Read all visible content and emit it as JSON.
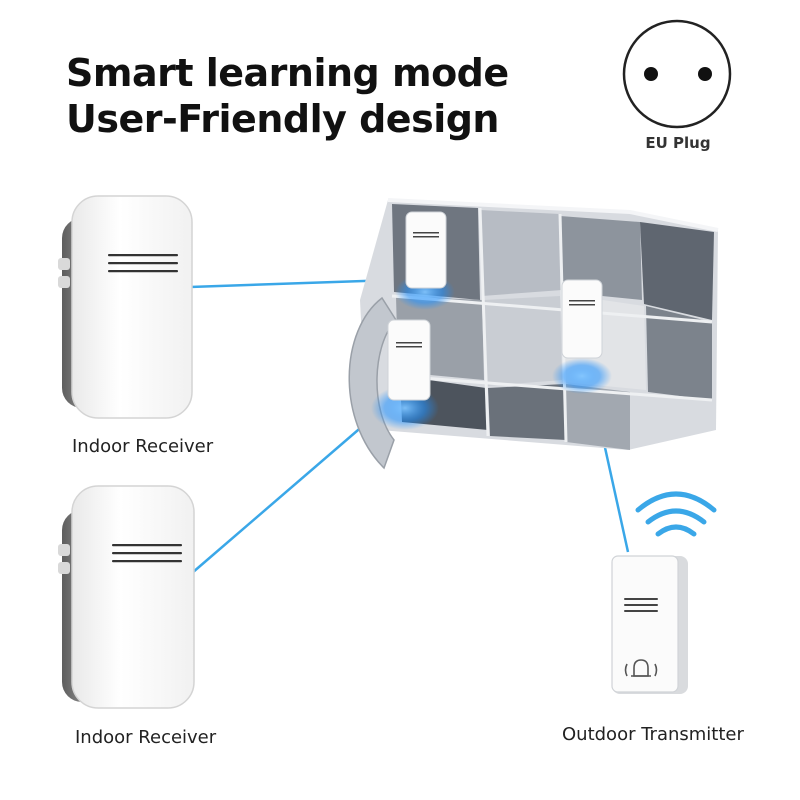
{
  "headline": {
    "line1": "Smart learning mode",
    "line2": "User-Friendly design"
  },
  "plug": {
    "label": "EU Plug",
    "icon": "eu-plug-icon"
  },
  "devices": {
    "receiver_1_label": "Indoor Receiver",
    "receiver_2_label": "Indoor Receiver",
    "transmitter_label": "Outdoor Transmitter"
  },
  "colors": {
    "link_line": "#3aa7e8",
    "glow": "#1e90ff",
    "device_body": "#f7f7f7",
    "device_frame": "#8a8a8a"
  },
  "icons": [
    "eu-plug-icon",
    "wifi-signal-icon",
    "bell-icon",
    "floor-plan-illustration"
  ]
}
